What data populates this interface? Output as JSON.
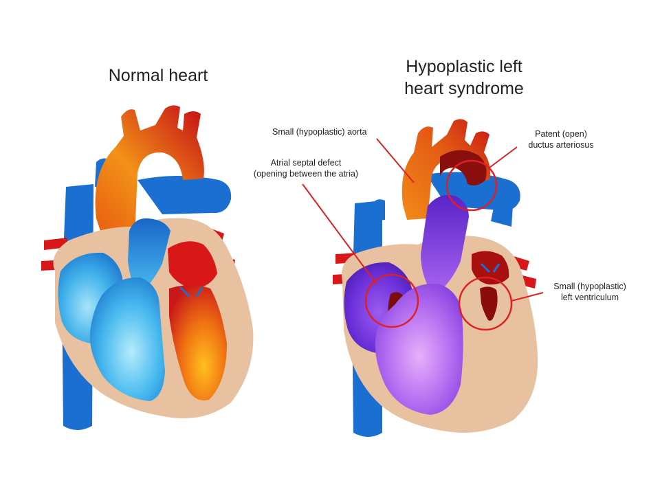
{
  "titles": {
    "normal": "Normal heart",
    "hlhs_line1": "Hypoplastic left",
    "hlhs_line2": "heart syndrome"
  },
  "labels": {
    "aorta": "Small (hypoplastic) aorta",
    "asd_line1": "Atrial septal defect",
    "asd_line2": "(opening between the atria)",
    "pda_line1": "Patent (open)",
    "pda_line2": "ductus arteriosus",
    "lv_line1": "Small (hypoplastic)",
    "lv_line2": "left ventriculum"
  },
  "colors": {
    "tissue": "#e8c1a0",
    "vein_blue": "#1a6fd0",
    "artery_red": "#d81818",
    "oxygenated_orange": "#f27a10",
    "deoxygenated_light_blue": "#5ec2ee",
    "mixed_purple": "#8a3fe0",
    "annotation_red": "#e02020"
  }
}
